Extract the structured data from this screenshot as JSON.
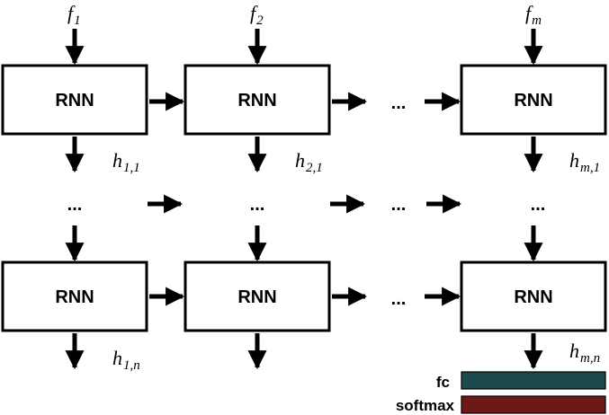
{
  "box_label": "RNN",
  "ellipsis": "...",
  "inputs": {
    "f1": {
      "base": "f",
      "sub": "1"
    },
    "f2": {
      "base": "f",
      "sub": "2"
    },
    "fm": {
      "base": "f",
      "sub": "m"
    }
  },
  "hidden_outputs": {
    "h11": {
      "base": "h",
      "sub_a": "1",
      "sub_sep": ",",
      "sub_b": "1"
    },
    "h21": {
      "base": "h",
      "sub_a": "2",
      "sub_sep": ",",
      "sub_b": "1"
    },
    "hm1": {
      "base": "h",
      "sub_a": "m",
      "sub_sep": ",",
      "sub_b": "1"
    },
    "h1n": {
      "base": "h",
      "sub_a": "1",
      "sub_sep": ",",
      "sub_b": "n"
    },
    "hmn": {
      "base": "h",
      "sub_a": "m",
      "sub_sep": ",",
      "sub_b": "n"
    }
  },
  "legend": {
    "fc_label": "fc",
    "fc_color": "#1d4a4c",
    "softmax_label": "softmax",
    "softmax_color": "#6b1a17"
  }
}
